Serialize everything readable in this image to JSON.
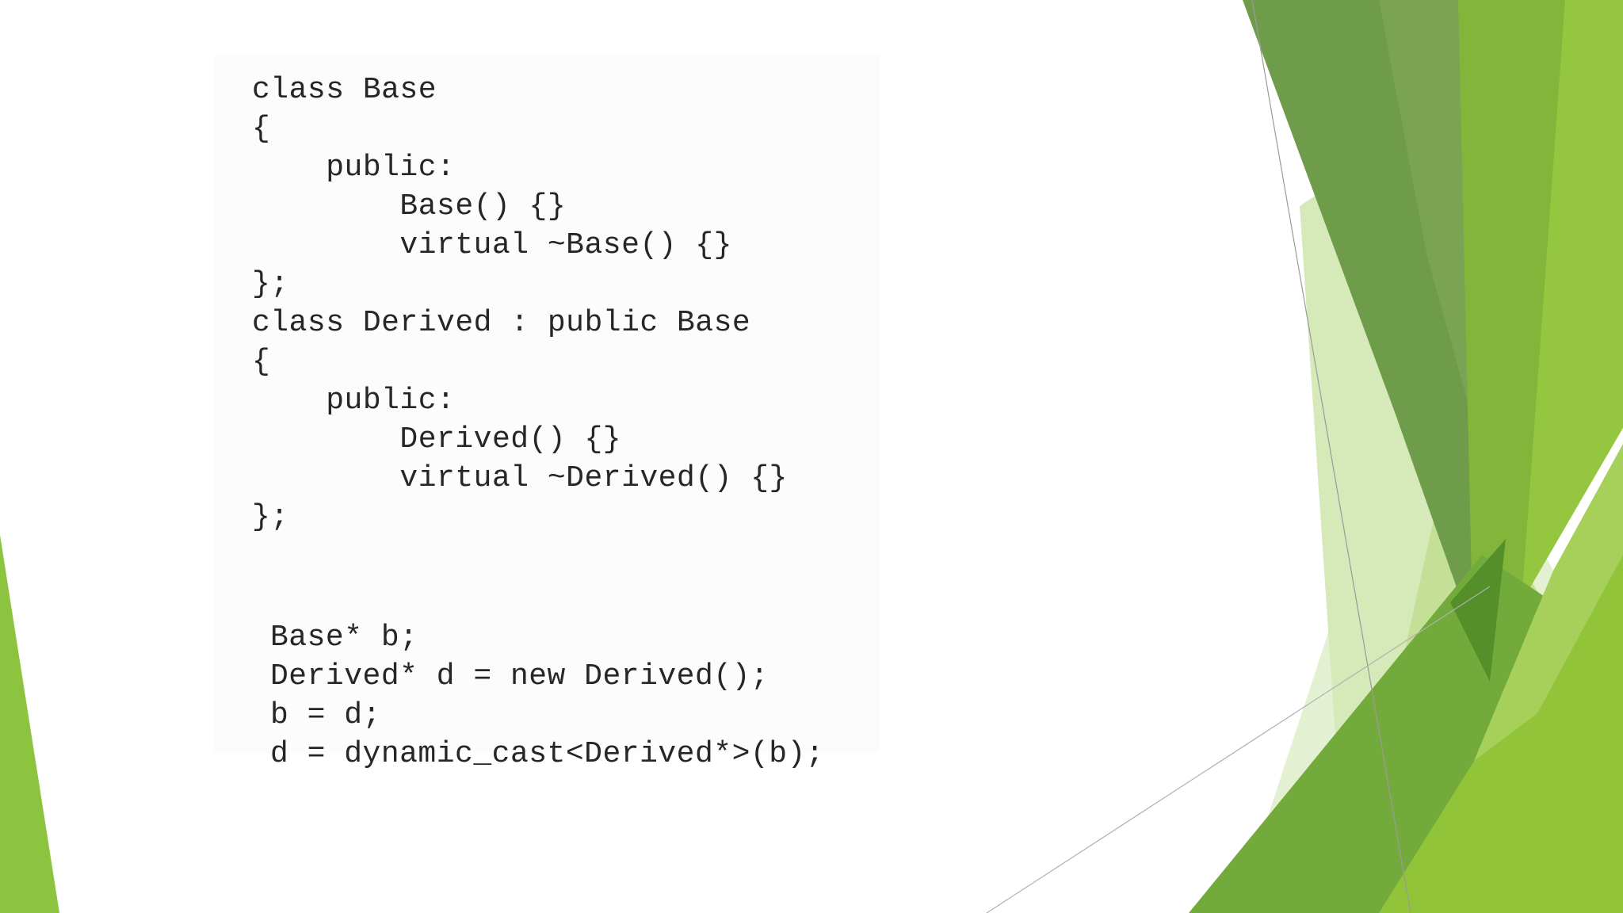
{
  "code_block_1": [
    "class Base",
    "{",
    "    public:",
    "        Base() {}",
    "        virtual ~Base() {}",
    "};",
    "class Derived : public Base",
    "{",
    "    public:",
    "        Derived() {}",
    "        virtual ~Derived() {}",
    "};"
  ],
  "code_block_2": [
    "Base* b;",
    "Derived* d = new Derived();",
    "b = d;",
    "d = dynamic_cast<Derived*>(b);"
  ],
  "colors": {
    "background": "#ffffff",
    "code_text": "#262626",
    "green_dark": "#6a9a45",
    "green_mid": "#7ab13a",
    "green_bright": "#8cc43f",
    "green_light": "#c9e2a2",
    "green_pale": "#e3efd0"
  }
}
